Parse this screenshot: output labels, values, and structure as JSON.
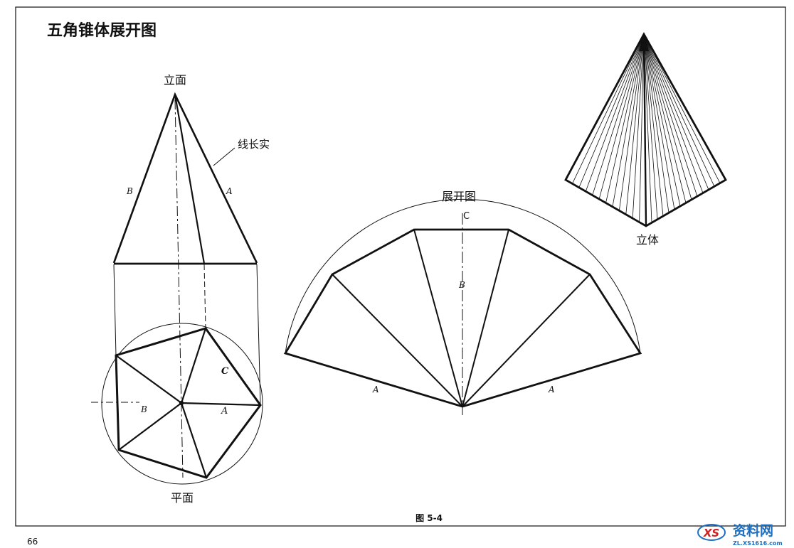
{
  "title": "五角锥体展开图",
  "elevation": {
    "label": "立面",
    "true_length_label": "线长实",
    "edge_label_left": "B",
    "edge_label_right": "A"
  },
  "plan": {
    "label": "平面",
    "label_c": "C",
    "label_b": "B",
    "label_a": "A"
  },
  "development": {
    "label": "展开图",
    "label_c": "C",
    "label_b": "B",
    "label_a_left": "A",
    "label_a_right": "A"
  },
  "solid": {
    "label": "立体"
  },
  "figure_caption": "图 5-4",
  "page_number": "66",
  "watermark": {
    "brand_text": "资料网",
    "brand_url": "ZL.XS1616.com",
    "logo_text": "XS"
  },
  "colors": {
    "ink": "#111111",
    "watermark_blue": "#1e6fc0",
    "watermark_red": "#cc2222"
  }
}
